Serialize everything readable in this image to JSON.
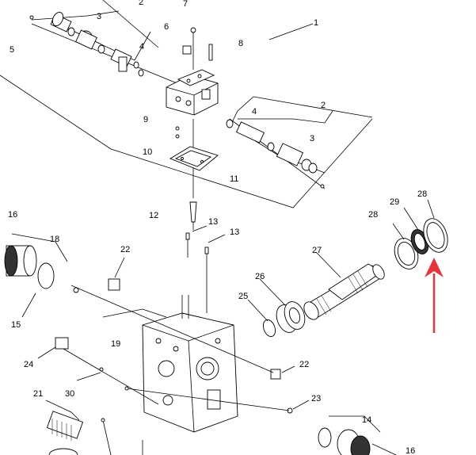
{
  "diagram": {
    "callouts": [
      {
        "id": "c2a",
        "text": "2"
      },
      {
        "id": "c3a",
        "text": "3"
      },
      {
        "id": "c7",
        "text": "7"
      },
      {
        "id": "c1",
        "text": "1"
      },
      {
        "id": "c5",
        "text": "5"
      },
      {
        "id": "c6",
        "text": "6"
      },
      {
        "id": "c4a",
        "text": "4"
      },
      {
        "id": "c8",
        "text": "8"
      },
      {
        "id": "c2b",
        "text": "2"
      },
      {
        "id": "c4b",
        "text": "4"
      },
      {
        "id": "c9",
        "text": "9"
      },
      {
        "id": "c3b",
        "text": "3"
      },
      {
        "id": "c10",
        "text": "10"
      },
      {
        "id": "c11",
        "text": "11"
      },
      {
        "id": "c16a",
        "text": "16"
      },
      {
        "id": "c12",
        "text": "12"
      },
      {
        "id": "c29",
        "text": "29"
      },
      {
        "id": "c28a",
        "text": "28"
      },
      {
        "id": "c28b",
        "text": "28"
      },
      {
        "id": "c13a",
        "text": "13"
      },
      {
        "id": "c13b",
        "text": "13"
      },
      {
        "id": "c18",
        "text": "18"
      },
      {
        "id": "c22a",
        "text": "22"
      },
      {
        "id": "c27",
        "text": "27"
      },
      {
        "id": "c26",
        "text": "26"
      },
      {
        "id": "c25",
        "text": "25"
      },
      {
        "id": "c15",
        "text": "15"
      },
      {
        "id": "c19",
        "text": "19"
      },
      {
        "id": "c24",
        "text": "24"
      },
      {
        "id": "c22b",
        "text": "22"
      },
      {
        "id": "c30",
        "text": "30"
      },
      {
        "id": "c21",
        "text": "21"
      },
      {
        "id": "c23",
        "text": "23"
      },
      {
        "id": "c14",
        "text": "14"
      },
      {
        "id": "c16b",
        "text": "16"
      }
    ],
    "arrow_color": "#e8323c",
    "line_color": "#000000"
  }
}
